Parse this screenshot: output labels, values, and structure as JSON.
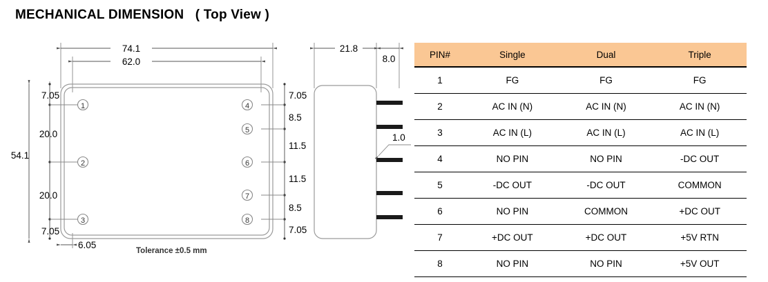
{
  "title": "MECHANICAL DIMENSION   ( Top View )",
  "drawing": {
    "tolerance_note": "Tolerance ±0.5 mm",
    "top_view": {
      "width_outer": "74.1",
      "width_inner": "62.0",
      "height_outer": "54.1",
      "left_pitch": [
        "7.05",
        "20.0",
        "20.0",
        "7.05"
      ],
      "right_pitch": [
        "7.05",
        "8.5",
        "11.5",
        "11.5",
        "8.5",
        "7.05"
      ],
      "bottom_offset": "6.05",
      "pin_labels_left": [
        "1",
        "2",
        "3"
      ],
      "pin_labels_right": [
        "4",
        "5",
        "6",
        "7",
        "8"
      ]
    },
    "side_view": {
      "body_depth": "21.8",
      "pin_length": "8.0",
      "pin_thickness": "1.0"
    }
  },
  "pin_table": {
    "headers": [
      "PIN#",
      "Single",
      "Dual",
      "Triple"
    ],
    "rows": [
      [
        "1",
        "FG",
        "FG",
        "FG"
      ],
      [
        "2",
        "AC IN (N)",
        "AC IN (N)",
        "AC IN (N)"
      ],
      [
        "3",
        "AC IN (L)",
        "AC IN (L)",
        "AC IN (L)"
      ],
      [
        "4",
        "NO PIN",
        "NO PIN",
        "-DC OUT"
      ],
      [
        "5",
        "-DC OUT",
        "-DC OUT",
        "COMMON"
      ],
      [
        "6",
        "NO PIN",
        "COMMON",
        "+DC OUT"
      ],
      [
        "7",
        "+DC OUT",
        "+DC OUT",
        "+5V RTN"
      ],
      [
        "8",
        "NO PIN",
        "NO PIN",
        "+5V OUT"
      ]
    ],
    "header_bg": "#FAC794"
  }
}
